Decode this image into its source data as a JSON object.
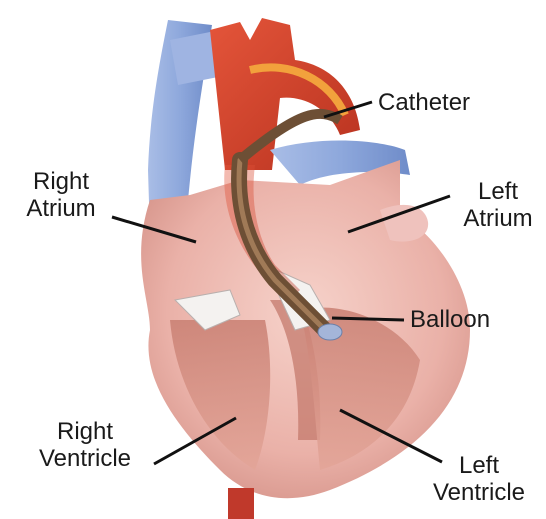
{
  "labels": {
    "catheter": "Catheter",
    "left_atrium": [
      "Left",
      "Atrium"
    ],
    "right_atrium": [
      "Right",
      "Atrium"
    ],
    "balloon": "Balloon",
    "right_ventricle": [
      "Right",
      "Ventricle"
    ],
    "left_ventricle": [
      "Left",
      "Ventricle"
    ]
  },
  "colors": {
    "vessel_blue": "#8fa9dc",
    "aorta_red": "#d8452b",
    "heart_pink": "#e9b7b1",
    "muscle": "#d98f82",
    "catheter_brown": "#7a5a3c",
    "leader_line": "#111111"
  }
}
